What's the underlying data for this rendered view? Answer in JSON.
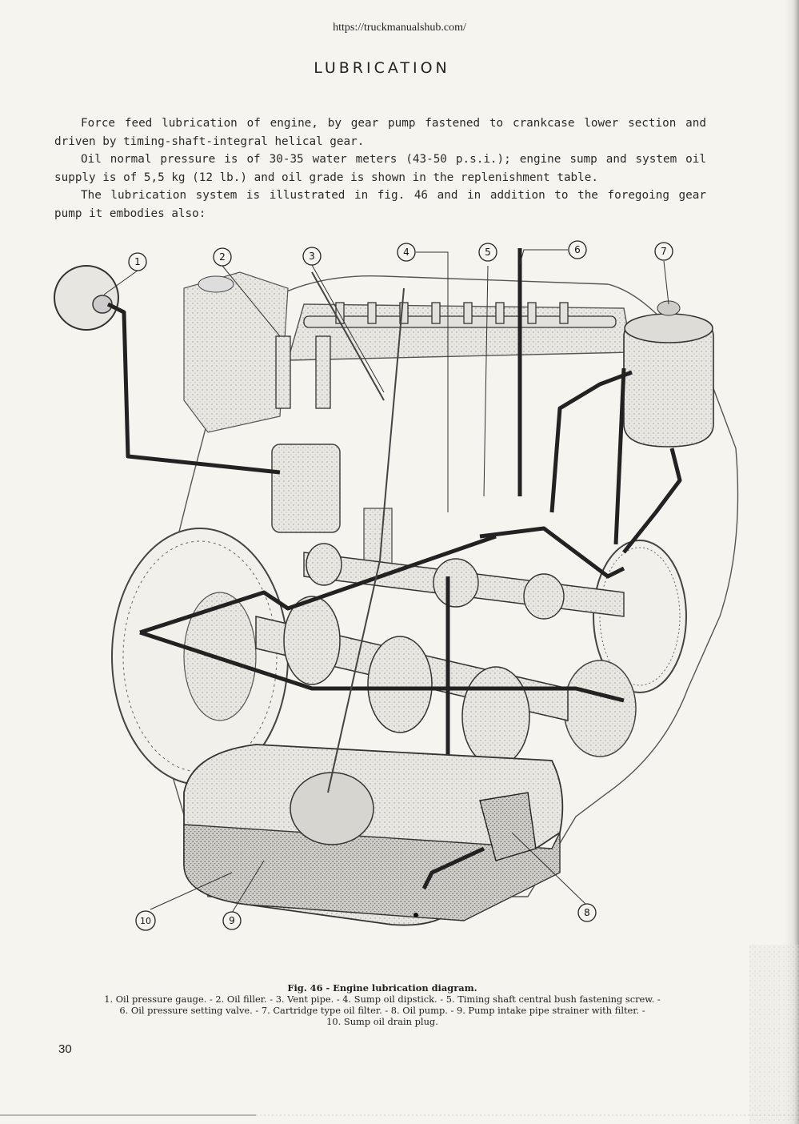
{
  "header": {
    "url": "https://truckmanualshub.com/",
    "title": "LUBRICATION"
  },
  "body": {
    "paragraphs": [
      "Force feed lubrication of engine, by gear pump fastened to crankcase lower section and driven by timing-shaft-integral helical gear.",
      "Oil normal pressure is of 30-35 water meters (43-50 p.s.i.); engine sump and system oil supply is of 5,5 kg (12 lb.) and oil grade is shown in the replenishment table.",
      "The lubrication system is illustrated in fig. 46 and in addition to the foregoing gear pump it embodies also:"
    ]
  },
  "figure": {
    "callouts": [
      "1",
      "2",
      "3",
      "4",
      "5",
      "6",
      "7",
      "8",
      "9",
      "10"
    ],
    "caption_title": "Fig. 46 - Engine lubrication diagram.",
    "caption_lines": [
      "1. Oil pressure gauge. - 2. Oil filler. - 3. Vent pipe. - 4. Sump oil dipstick. - 5. Timing shaft central bush fastening screw. -",
      "6. Oil pressure setting valve. - 7. Cartridge type oil filter. - 8. Oil pump. - 9. Pump intake pipe strainer with filter. -",
      "10. Sump oil drain plug."
    ]
  },
  "footer": {
    "page_number": "30"
  }
}
